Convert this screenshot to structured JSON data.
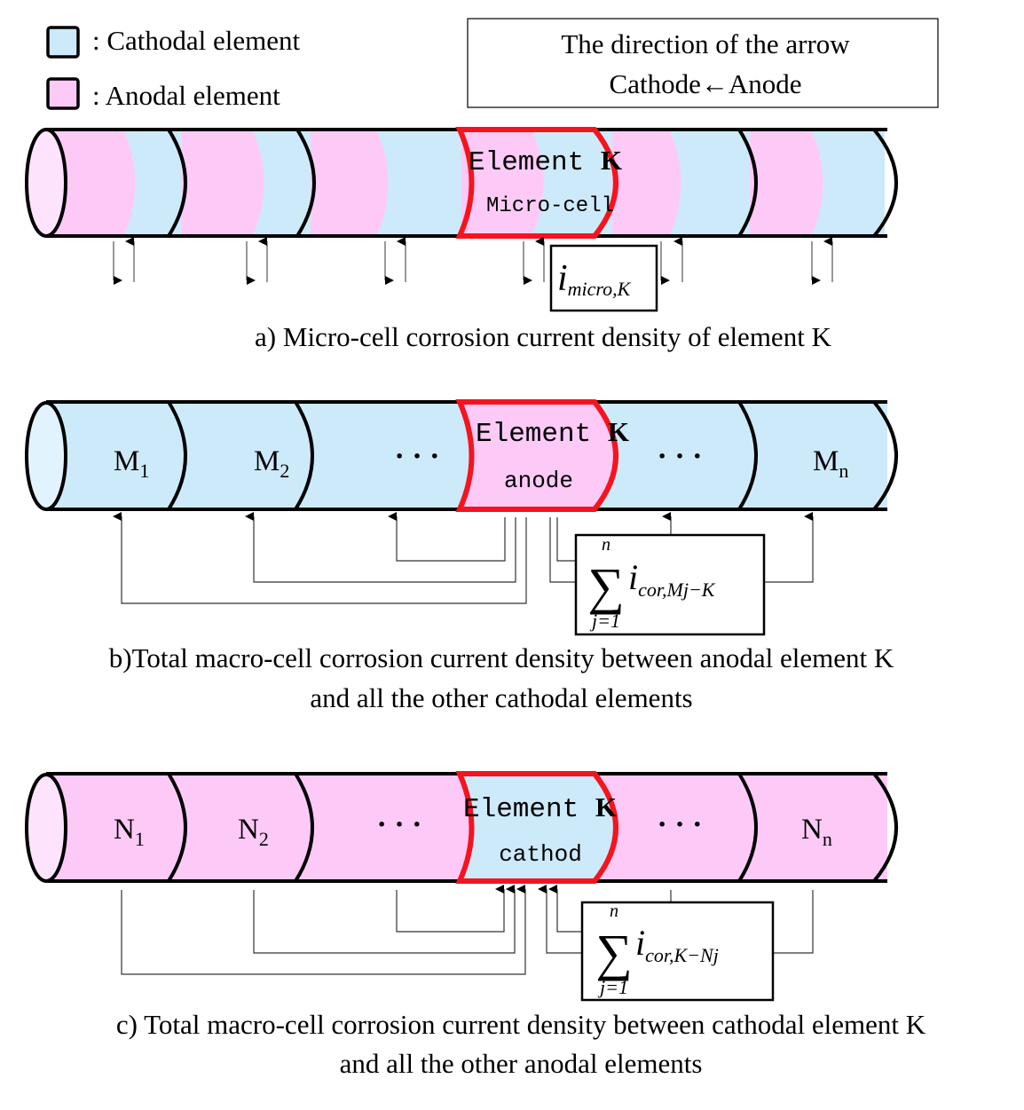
{
  "colors": {
    "cathodal": "#cdeafa",
    "anodal": "#fdcaf8",
    "highlight": "#f5141e",
    "outline": "#000000"
  },
  "legend": {
    "cathodal_label": ": Cathodal element",
    "anodal_label": ": Anodal element"
  },
  "direction_box": {
    "line1": "The direction of the arrow",
    "line2": "Cathode←Anode"
  },
  "panel_a": {
    "element_title": "Element",
    "element_letter": "K",
    "element_sub": "Micro-cell",
    "formula_symbol": "i",
    "formula_subscript": "micro,K",
    "caption": "a) Micro-cell corrosion current density of element K"
  },
  "panel_b": {
    "labels": [
      {
        "base": "M",
        "sub": "1"
      },
      {
        "base": "M",
        "sub": "2"
      },
      {
        "base": "M",
        "sub": "n"
      }
    ],
    "ellipsis": "·  ·  ·",
    "element_title": "Element",
    "element_letter": "K",
    "element_sub": "anode",
    "sum_upper": "n",
    "sum_lower": "j=1",
    "sum_symbol": "∑",
    "formula_symbol": "i",
    "formula_subscript": "cor,Mj−K",
    "caption_line1": "b)Total macro-cell corrosion current density between anodal element K",
    "caption_line2": "and all the other cathodal elements"
  },
  "panel_c": {
    "labels": [
      {
        "base": "N",
        "sub": "1"
      },
      {
        "base": "N",
        "sub": "2"
      },
      {
        "base": "N",
        "sub": "n"
      }
    ],
    "ellipsis": "·  ·  ·",
    "element_title": "Element",
    "element_letter": "K",
    "element_sub": "cathod",
    "sum_upper": "n",
    "sum_lower": "j=1",
    "sum_symbol": "∑",
    "formula_symbol": "i",
    "formula_subscript": "cor,K−Nj",
    "caption_line1": "c) Total macro-cell corrosion current density between cathodal element K",
    "caption_line2": "and all the other anodal elements"
  }
}
